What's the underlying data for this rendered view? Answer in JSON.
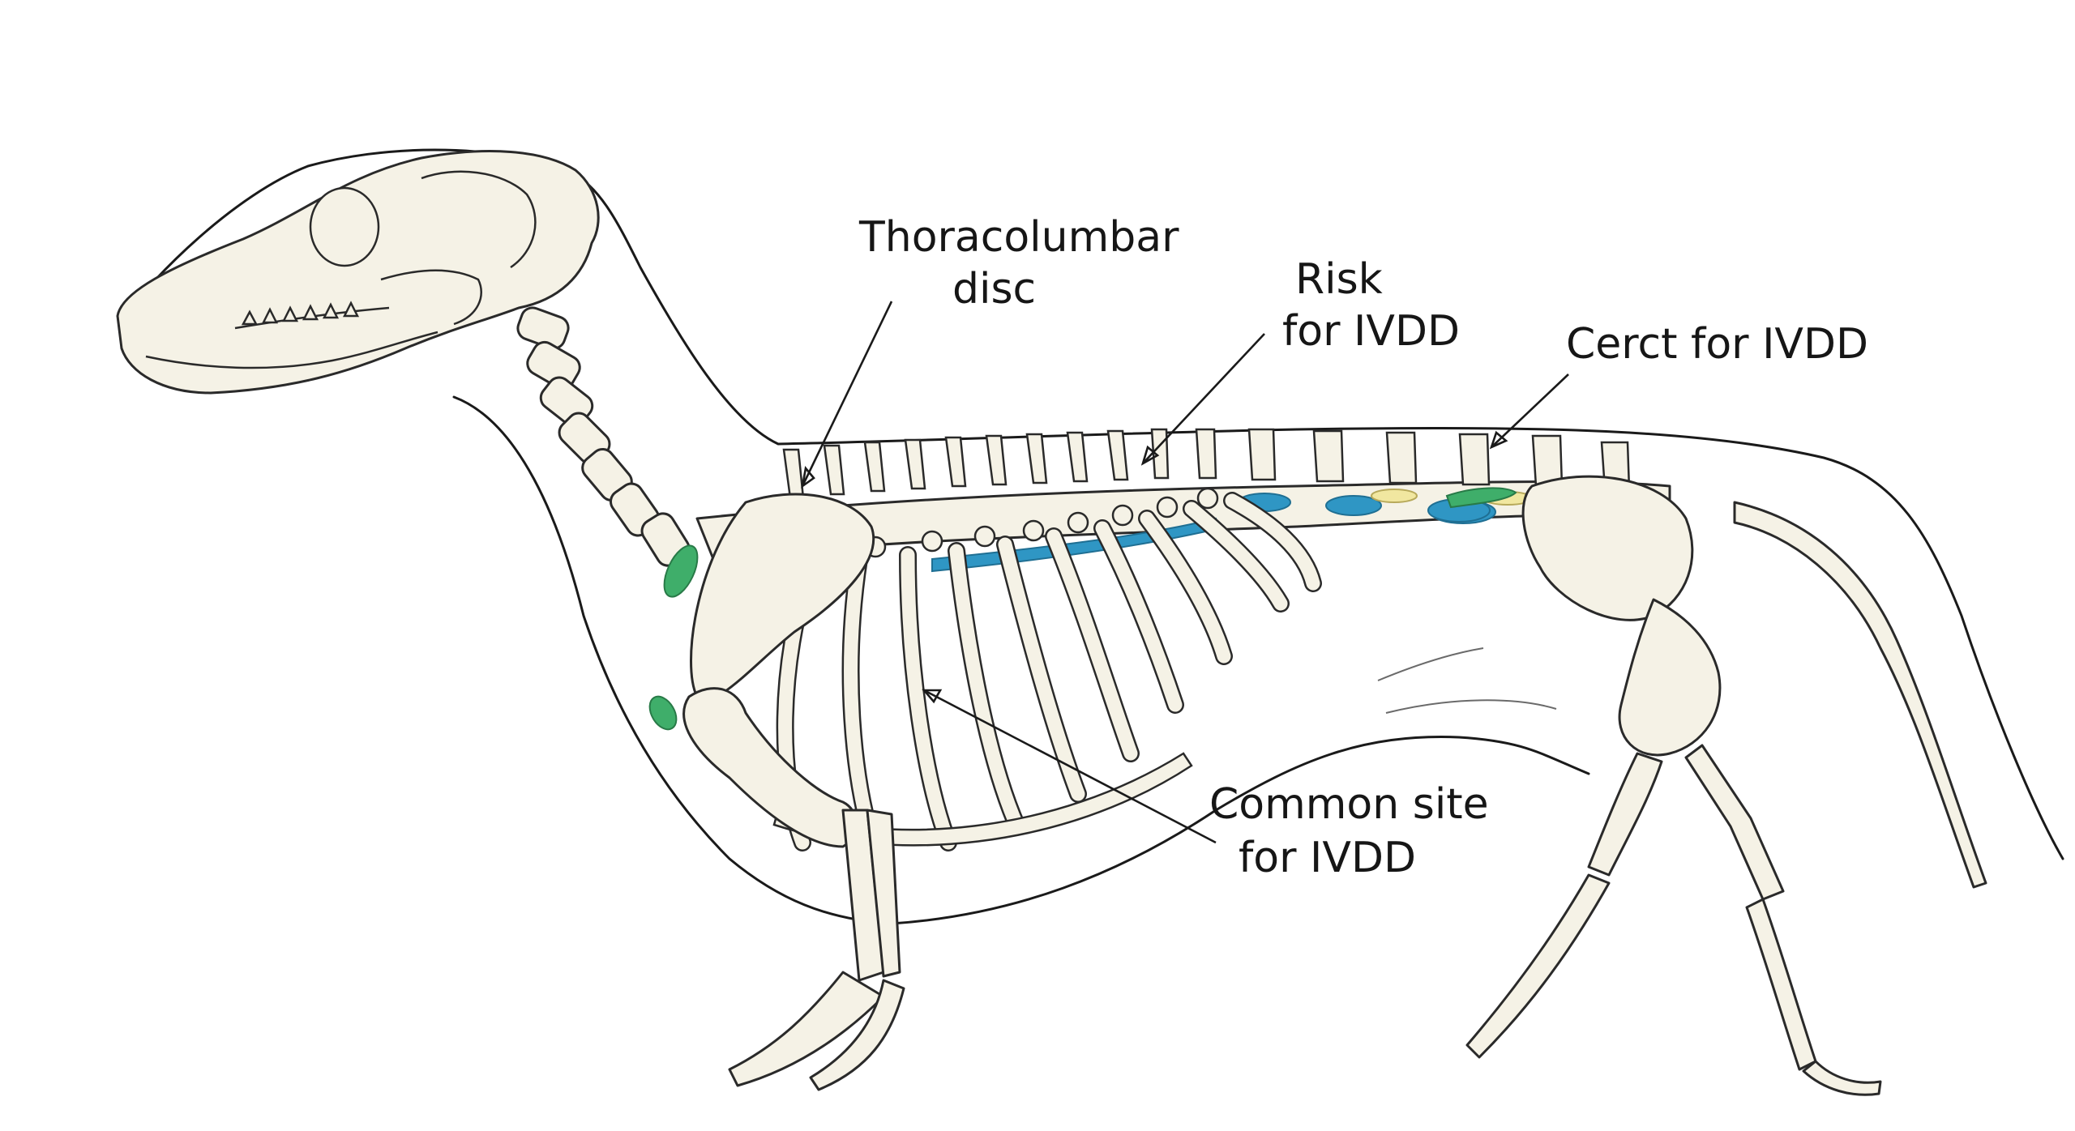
{
  "labels": {
    "thoracolumbar": [
      "Thoracolumbar",
      "disc"
    ],
    "risk": [
      "Risk",
      "for IVDD"
    ],
    "cerct": [
      "Cerct for IVDD"
    ],
    "common": [
      "Common site",
      "for IVDD"
    ]
  },
  "colors": {
    "disc_blue": "#2f96c4",
    "disc_green": "#3fae6a",
    "disc_yellow": "#f1e7a0",
    "bone": "#f5f2e6",
    "outline": "#1a1a1a"
  }
}
